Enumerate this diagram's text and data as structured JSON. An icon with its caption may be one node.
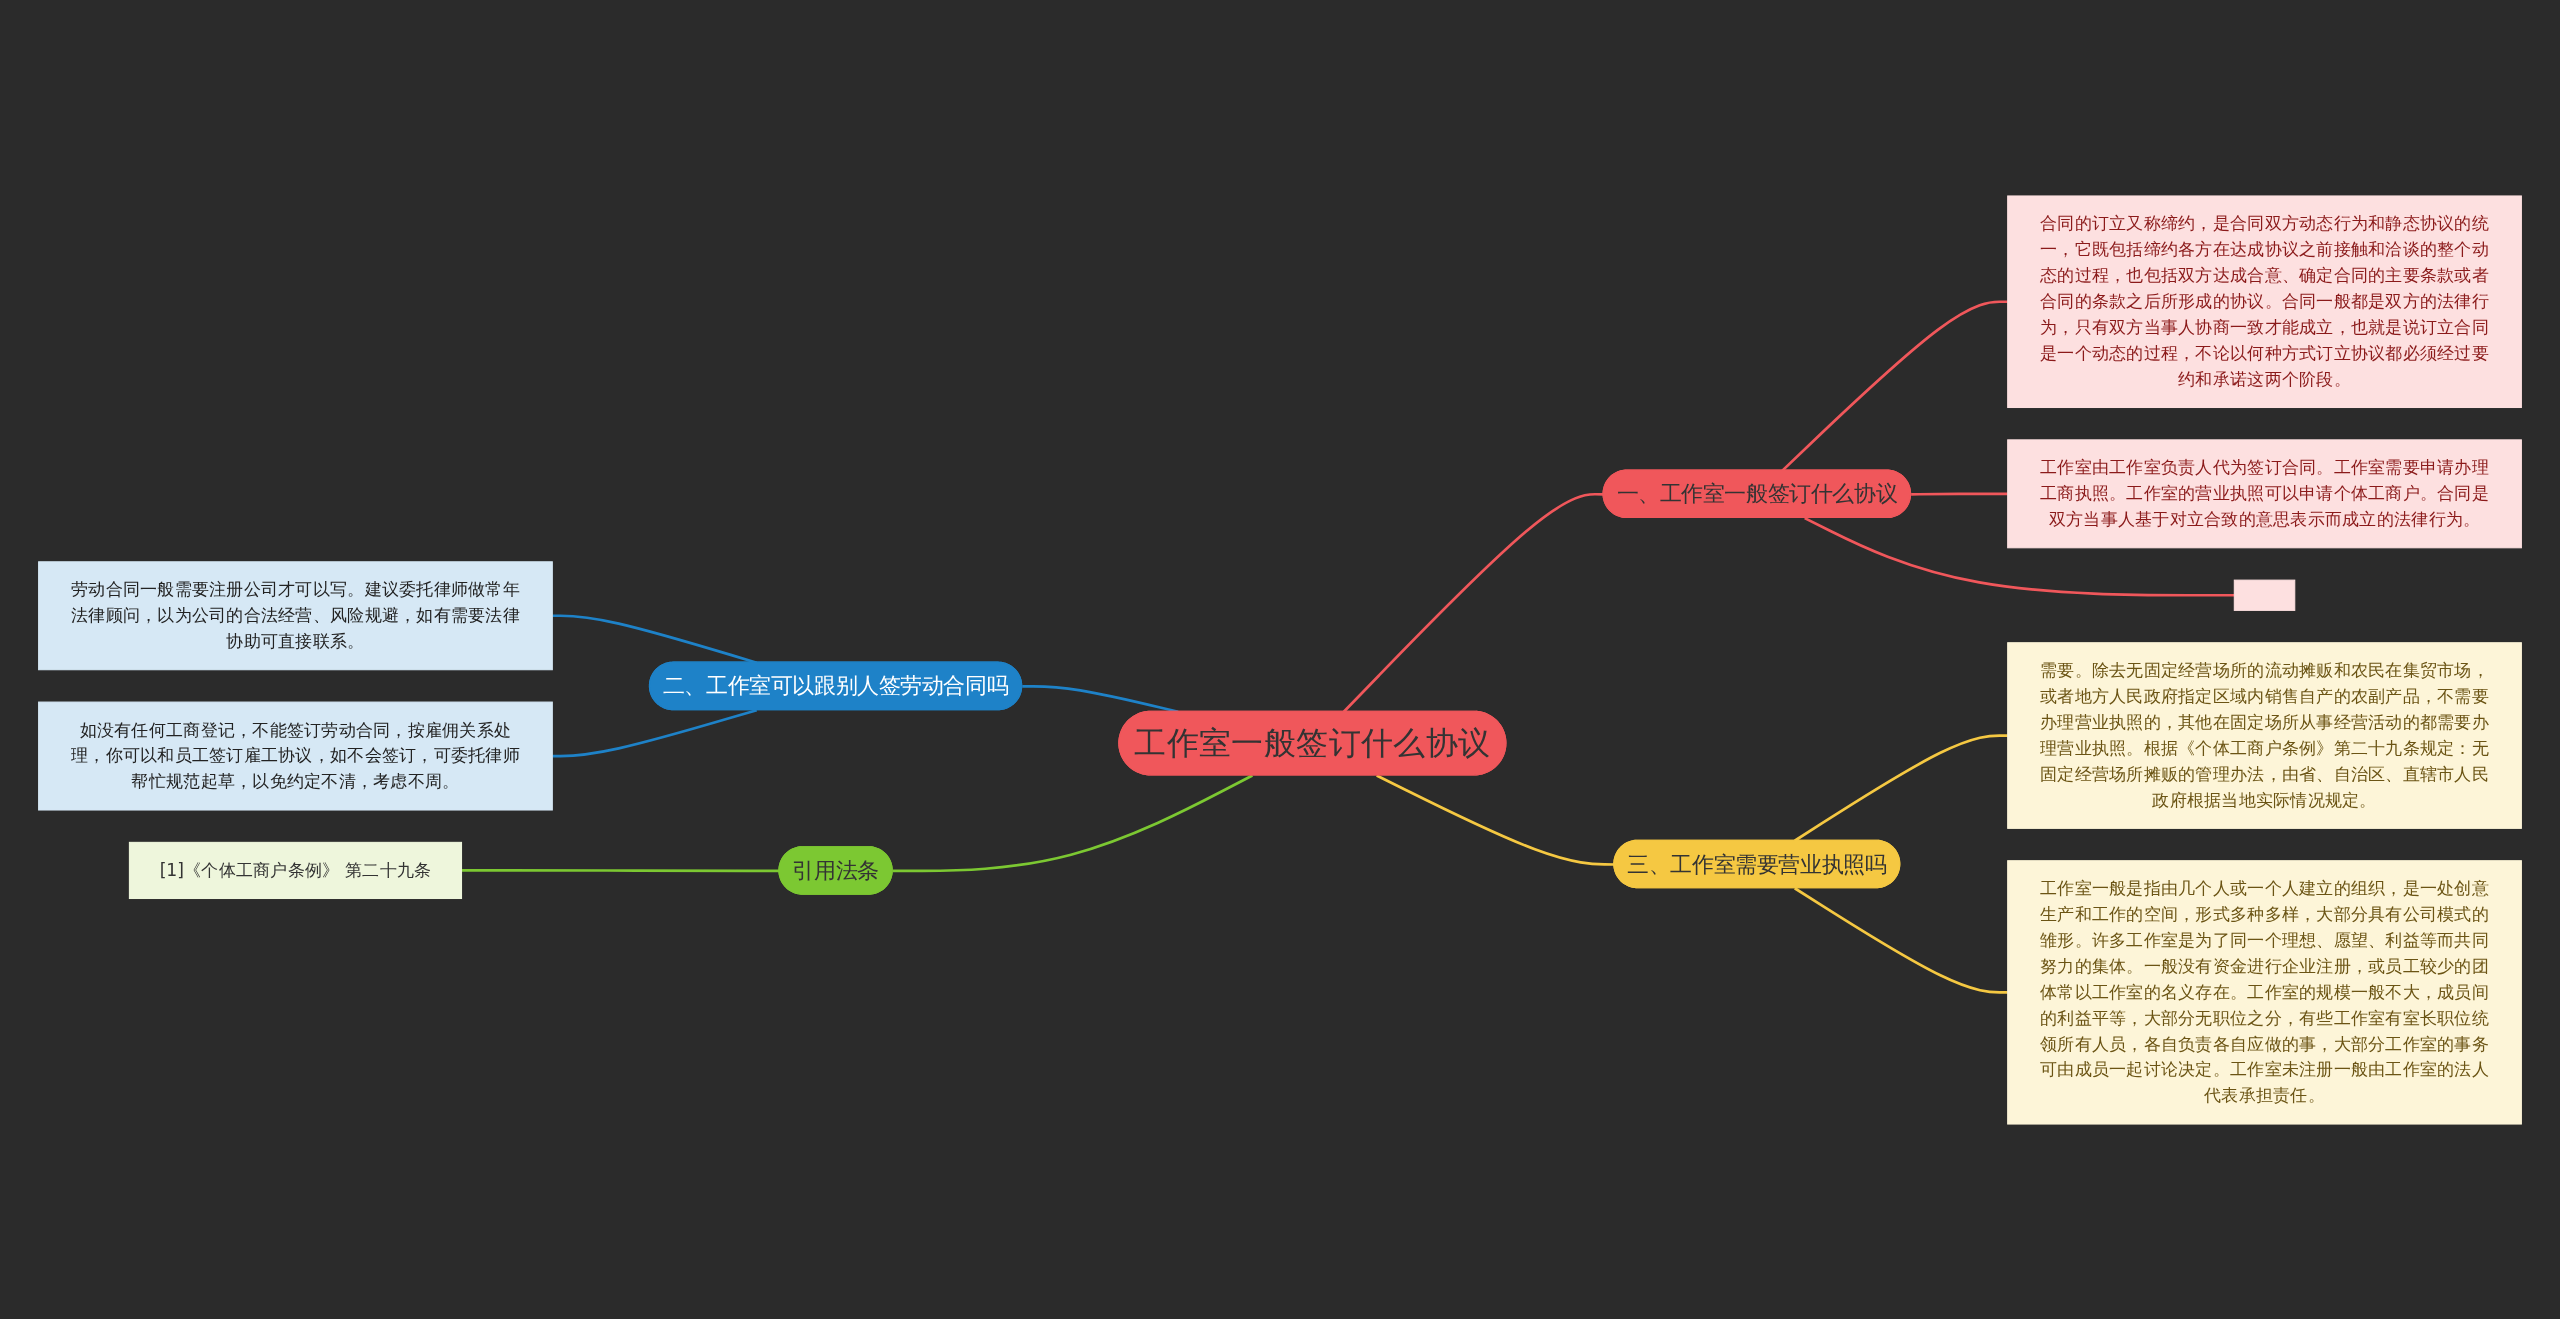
{
  "diagram": {
    "nodes": [
      {
        "text": [
          "工作室一般签订什么协议"
        ]
      },
      {
        "text": [
          "一、工作室一般签订什么协议"
        ]
      },
      {
        "text": [
          "合同的订立又称缔约，是合同双方动态行为和静态协议的统一，它既包括缔约各方在达成协议之前接触和洽谈的整个动态的过程，也包括双方达成合意、确定合同的主要条款或者合同的条款之后所形成的协议。合同一般都是双方的法律行为，只有双方当事人协商一致才能成立，也就是说订立合同是一个动态的过程，不论以何种方式订立协议都必须经过要约和承诺这两个阶段。"
        ]
      },
      {
        "text": [
          "工作室由工作室负责人代为签订合同。工作室需要申请办理工商执照。工作室的营业执照可以申请个体工商户。合同是双方当事人基于对立合致的意思表示而成立的法律行为。"
        ]
      },
      {
        "text": [],
        "shape": "box"
      },
      {
        "text": [
          "三、工作室需要营业执照吗"
        ]
      },
      {
        "text": [
          "需要。除去无固定经营场所的流动摊贩和农民在集贸市场，或者地方人民政府指定区域内销售自产的农副产品，不需要办理营业执照的，其他在固定场所从事经营活动的都需要办理营业执照。根据《个体工商户条例》第二十九条规定：无固定经营场所摊贩的管理办法，由省、自治区、直辖市人民政府根据当地实际情况规定。"
        ]
      },
      {
        "text": [
          "工作室一般是指由几个人或一个人建立的组织，是一处创意生产和工作的空间，形式多种多样，大部分具有公司模式的雏形。许多工作室是为了同一个理想、愿望、利益等而共同努力的集体。一般没有资金进行企业注册，或员工较少的团体常以工作室的名义存在。工作室的规模一般不大，成员间的利益平等，大部分无职位之分，有些工作室有室长职位统领所有人员，各自负责各自应做的事，大部分工作室的事务可由成员一起讨论决定。工作室未注册一般由工作室的法人代表承担责任。"
        ]
      },
      {
        "text": [
          "二、工作室可以跟别人签劳动合同吗"
        ]
      },
      {
        "text": [
          "劳动合同一般需要注册公司才可以写。建议委托律师做常年法律顾问，以为公司的合法经营、风险规避，如有需要法律协助可直接联系。"
        ]
      },
      {
        "text": [
          "如没有任何工商登记，不能签订劳动合同，按雇佣关系处理，你可以和员工签订雇工协议，如不会签订，可委托律师帮忙规范起草，以免约定不清，考虑不周。"
        ]
      },
      {
        "text": [
          "引用法条"
        ]
      },
      {
        "text": [
          "[1]《个体工商户条例》 第二十九条"
        ]
      }
    ],
    "edges": [
      {
        "from": 0,
        "to": 1,
        "arrow": "none"
      },
      {
        "from": 1,
        "to": 2,
        "arrow": "none"
      },
      {
        "from": 1,
        "to": 3,
        "arrow": "none"
      },
      {
        "from": 1,
        "to": 4,
        "arrow": "none"
      },
      {
        "from": 0,
        "to": 5,
        "arrow": "none",
        "color": "#f5c842"
      },
      {
        "from": 5,
        "to": 6,
        "arrow": "none",
        "color": "#f5c842"
      },
      {
        "from": 5,
        "to": 7,
        "arrow": "none",
        "color": "#f5c842"
      },
      {
        "from": 0,
        "to": 8,
        "arrow": "none",
        "color": "#1e82c8"
      },
      {
        "from": 8,
        "to": 9,
        "arrow": "none",
        "color": "#1e82c8"
      },
      {
        "from": 8,
        "to": 10,
        "arrow": "none",
        "color": "#1e82c8"
      },
      {
        "from": 0,
        "to": 11,
        "arrow": "none",
        "color": "#7cc832"
      },
      {
        "from": 11,
        "to": 12,
        "arrow": "none",
        "color": "#7cc832"
      }
    ]
  }
}
